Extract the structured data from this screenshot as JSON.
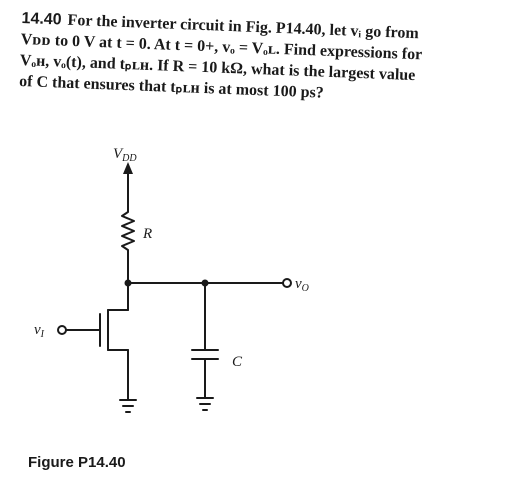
{
  "problem": {
    "number": "14.40",
    "lines": [
      "For the inverter circuit in Fig. P14.40, let vᵢ go from",
      "Vᴅᴅ to 0 V at t = 0. At t = 0+, vₒ = Vₒʟ. Find expressions for",
      "Vₒʜ, vₒ(t), and tₚʟʜ. If R = 10 kΩ, what is the largest value",
      "of C that ensures that tₚʟʜ is at most 100 ps?"
    ]
  },
  "circuit": {
    "vdd_label": "V",
    "vdd_sub": "DD",
    "resistor_label": "R",
    "capacitor_label": "C",
    "input_label": "v",
    "input_sub": "I",
    "output_label": "v",
    "output_sub": "O"
  },
  "caption": "Figure P14.40"
}
